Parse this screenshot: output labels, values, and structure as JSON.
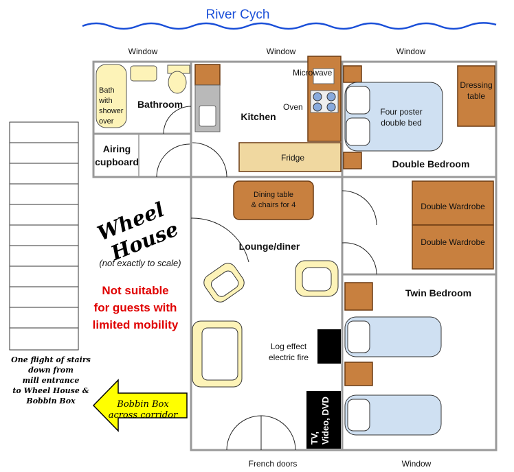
{
  "river": "River Cych",
  "windows": [
    "Window",
    "Window",
    "Window"
  ],
  "french_doors": "French doors",
  "window_bottom": "Window",
  "rooms": {
    "bathroom": "Bathroom",
    "kitchen": "Kitchen",
    "airing": [
      "Airing",
      "cupboard"
    ],
    "double_bedroom": "Double Bedroom",
    "lounge": "Lounge/diner",
    "twin_bedroom": "Twin Bedroom"
  },
  "fixtures": {
    "bath": [
      "Bath",
      "with",
      "shower",
      "over"
    ],
    "microwave": "Microwave",
    "oven": "Oven",
    "fridge": "Fridge",
    "dining": [
      "Dining table",
      "& chairs for 4"
    ],
    "bed": [
      "Four poster",
      "double bed"
    ],
    "dressing": [
      "Dressing",
      "table"
    ],
    "wardrobe1": "Double Wardrobe",
    "wardrobe2": "Double Wardrobe",
    "fire": [
      "Log effect",
      "electric fire"
    ],
    "tv": [
      "TV,",
      "Video, DVD"
    ]
  },
  "title": [
    "Wheel",
    "House"
  ],
  "scale_note": "(not exactly to scale)",
  "warning": [
    "Not suitable",
    "for guests with",
    "limited mobility"
  ],
  "stairs_note": [
    "One flight of stairs",
    "down from",
    "mill entrance",
    "to Wheel House &",
    "Bobbin Box"
  ],
  "arrow": [
    "Bobbin Box",
    "across corridor"
  ],
  "colors": {
    "wood": "#c8803f",
    "cream": "#fdf3b8",
    "bed": "#cfe0f2",
    "river": "#1a4fd8",
    "warning": "#e00000",
    "arrow": "#ffff00"
  }
}
